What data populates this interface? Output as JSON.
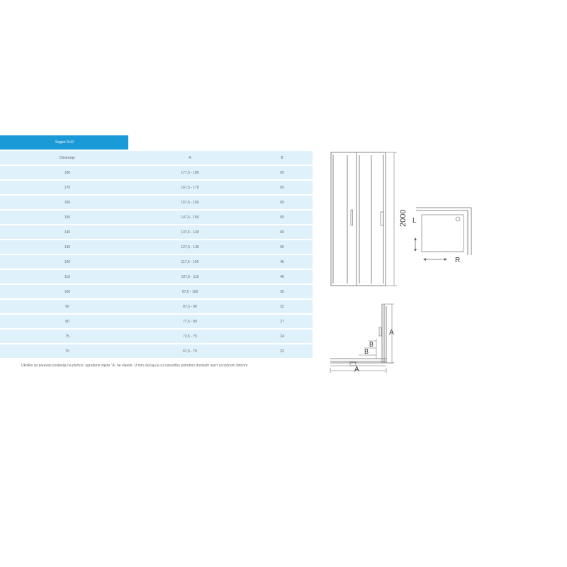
{
  "tab": {
    "label": "Sogno D+D"
  },
  "table": {
    "headers": [
      "Dimenzije",
      "A",
      "B"
    ],
    "rows": [
      [
        "180",
        "177,5 - 180",
        "65"
      ],
      [
        "170",
        "167,5 - 170",
        "65"
      ],
      [
        "160",
        "157,5 - 160",
        "65"
      ],
      [
        "150",
        "147,5 - 150",
        "65"
      ],
      [
        "140",
        "137,5 - 140",
        "60"
      ],
      [
        "130",
        "127,5 - 130",
        "55"
      ],
      [
        "120",
        "117,5 - 120",
        "45"
      ],
      [
        "110",
        "107,5 - 110",
        "40"
      ],
      [
        "100",
        "97,5 - 100",
        "35"
      ],
      [
        "90",
        "87,5 - 90",
        "32"
      ],
      [
        "80",
        "77,5 - 80",
        "27"
      ],
      [
        "75",
        "72,5 - 75",
        "24"
      ],
      [
        "70",
        "67,5 - 70",
        "22"
      ]
    ]
  },
  "note": "Ukoliko se paravan postavlja na pločice, ugrađene mjere \"A\" ne vrijede. U tom slučaju je uz narudžbu potrebno dostaviti nacrt sa točnom širinom.",
  "drawings": {
    "height_label": "2000",
    "plan_left_label": "L",
    "plan_right_label": "R",
    "section_label_a_vertical": "A",
    "section_label_a_horizontal": "A",
    "section_label_b": "B"
  }
}
